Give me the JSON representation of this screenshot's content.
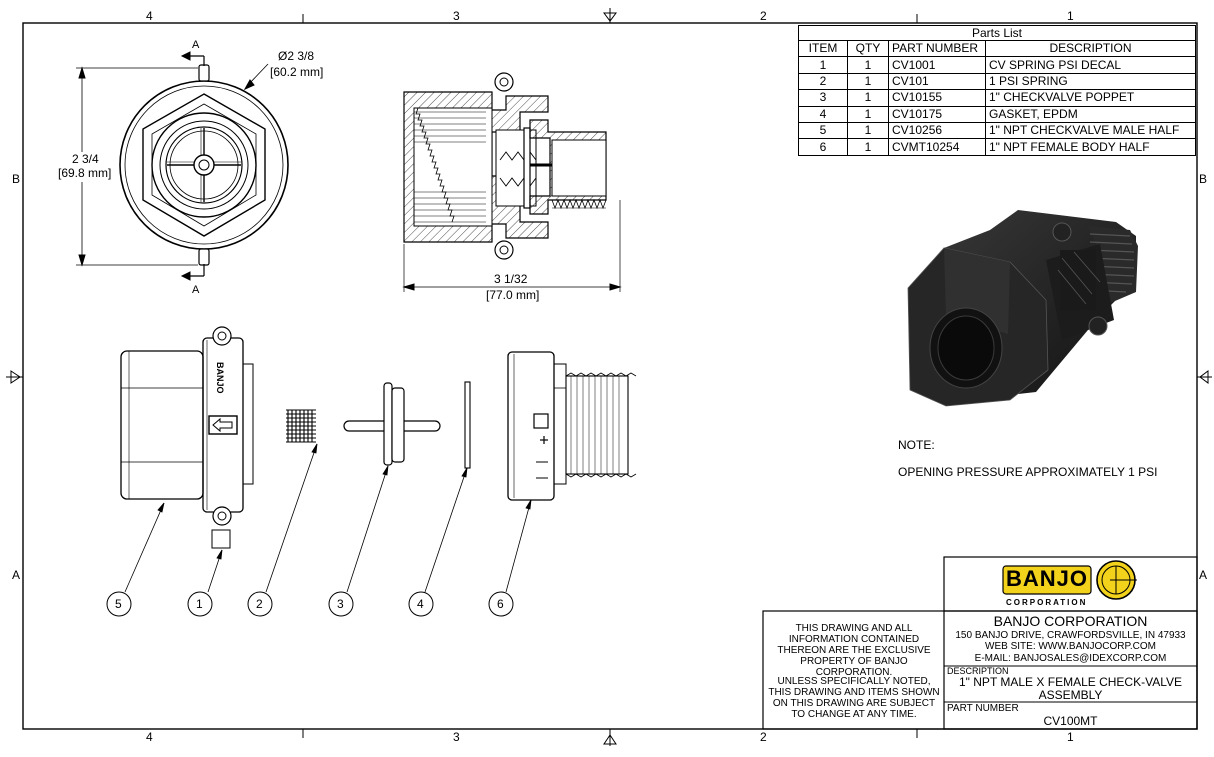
{
  "zones": {
    "top": [
      "4",
      "3",
      "2",
      "1"
    ],
    "bottom": [
      "4",
      "3",
      "2",
      "1"
    ],
    "left": [
      "B",
      "A"
    ],
    "right": [
      "B",
      "A"
    ]
  },
  "dimensions": {
    "section_label": "A",
    "diameter": "Ø2 3/8",
    "diameter_mm": "[60.2 mm]",
    "height": "2 3/4",
    "height_mm": "[69.8 mm]",
    "length": "3 1/32",
    "length_mm": "[77.0 mm]"
  },
  "parts_list": {
    "title": "Parts List",
    "headers": [
      "ITEM",
      "QTY",
      "PART NUMBER",
      "DESCRIPTION"
    ],
    "rows": [
      [
        "1",
        "1",
        "CV1001",
        "CV SPRING PSI DECAL"
      ],
      [
        "2",
        "1",
        "CV101",
        "1 PSI SPRING"
      ],
      [
        "3",
        "1",
        "CV10155",
        "1\" CHECKVALVE POPPET"
      ],
      [
        "4",
        "1",
        "CV10175",
        "GASKET, EPDM"
      ],
      [
        "5",
        "1",
        "CV10256",
        "1\" NPT CHECKVALVE MALE HALF"
      ],
      [
        "6",
        "1",
        "CVMT10254",
        "1\" NPT FEMALE BODY HALF"
      ]
    ]
  },
  "balloons": [
    "5",
    "1",
    "2",
    "3",
    "4",
    "6"
  ],
  "part_marking": "BANJO",
  "note": {
    "label": "NOTE:",
    "text": "OPENING PRESSURE APPROXIMATELY 1 PSI"
  },
  "disclaimer": {
    "para1": "THIS DRAWING AND ALL INFORMATION CONTAINED THEREON ARE THE EXCLUSIVE PROPERTY OF BANJO CORPORATION.",
    "para2": "UNLESS SPECIFICALLY NOTED, THIS DRAWING AND ITEMS SHOWN ON THIS DRAWING ARE SUBJECT TO CHANGE AT ANY TIME."
  },
  "title_block": {
    "logo_text": "BANJO",
    "logo_sub": "CORPORATION",
    "company": "BANJO CORPORATION",
    "address": "150 BANJO DRIVE, CRAWFORDSVILLE, IN 47933",
    "website": "WEB SITE: WWW.BANJOCORP.COM",
    "email": "E-MAIL: BANJOSALES@IDEXCORP.COM",
    "description_label": "DESCRIPTION",
    "description": "1\" NPT MALE X FEMALE CHECK-VALVE ASSEMBLY",
    "part_number_label": "PART NUMBER",
    "part_number": "CV100MT"
  },
  "colors": {
    "line": "#000000",
    "logo_yellow": "#f2d21b",
    "part_black": "#1e1e1e"
  }
}
